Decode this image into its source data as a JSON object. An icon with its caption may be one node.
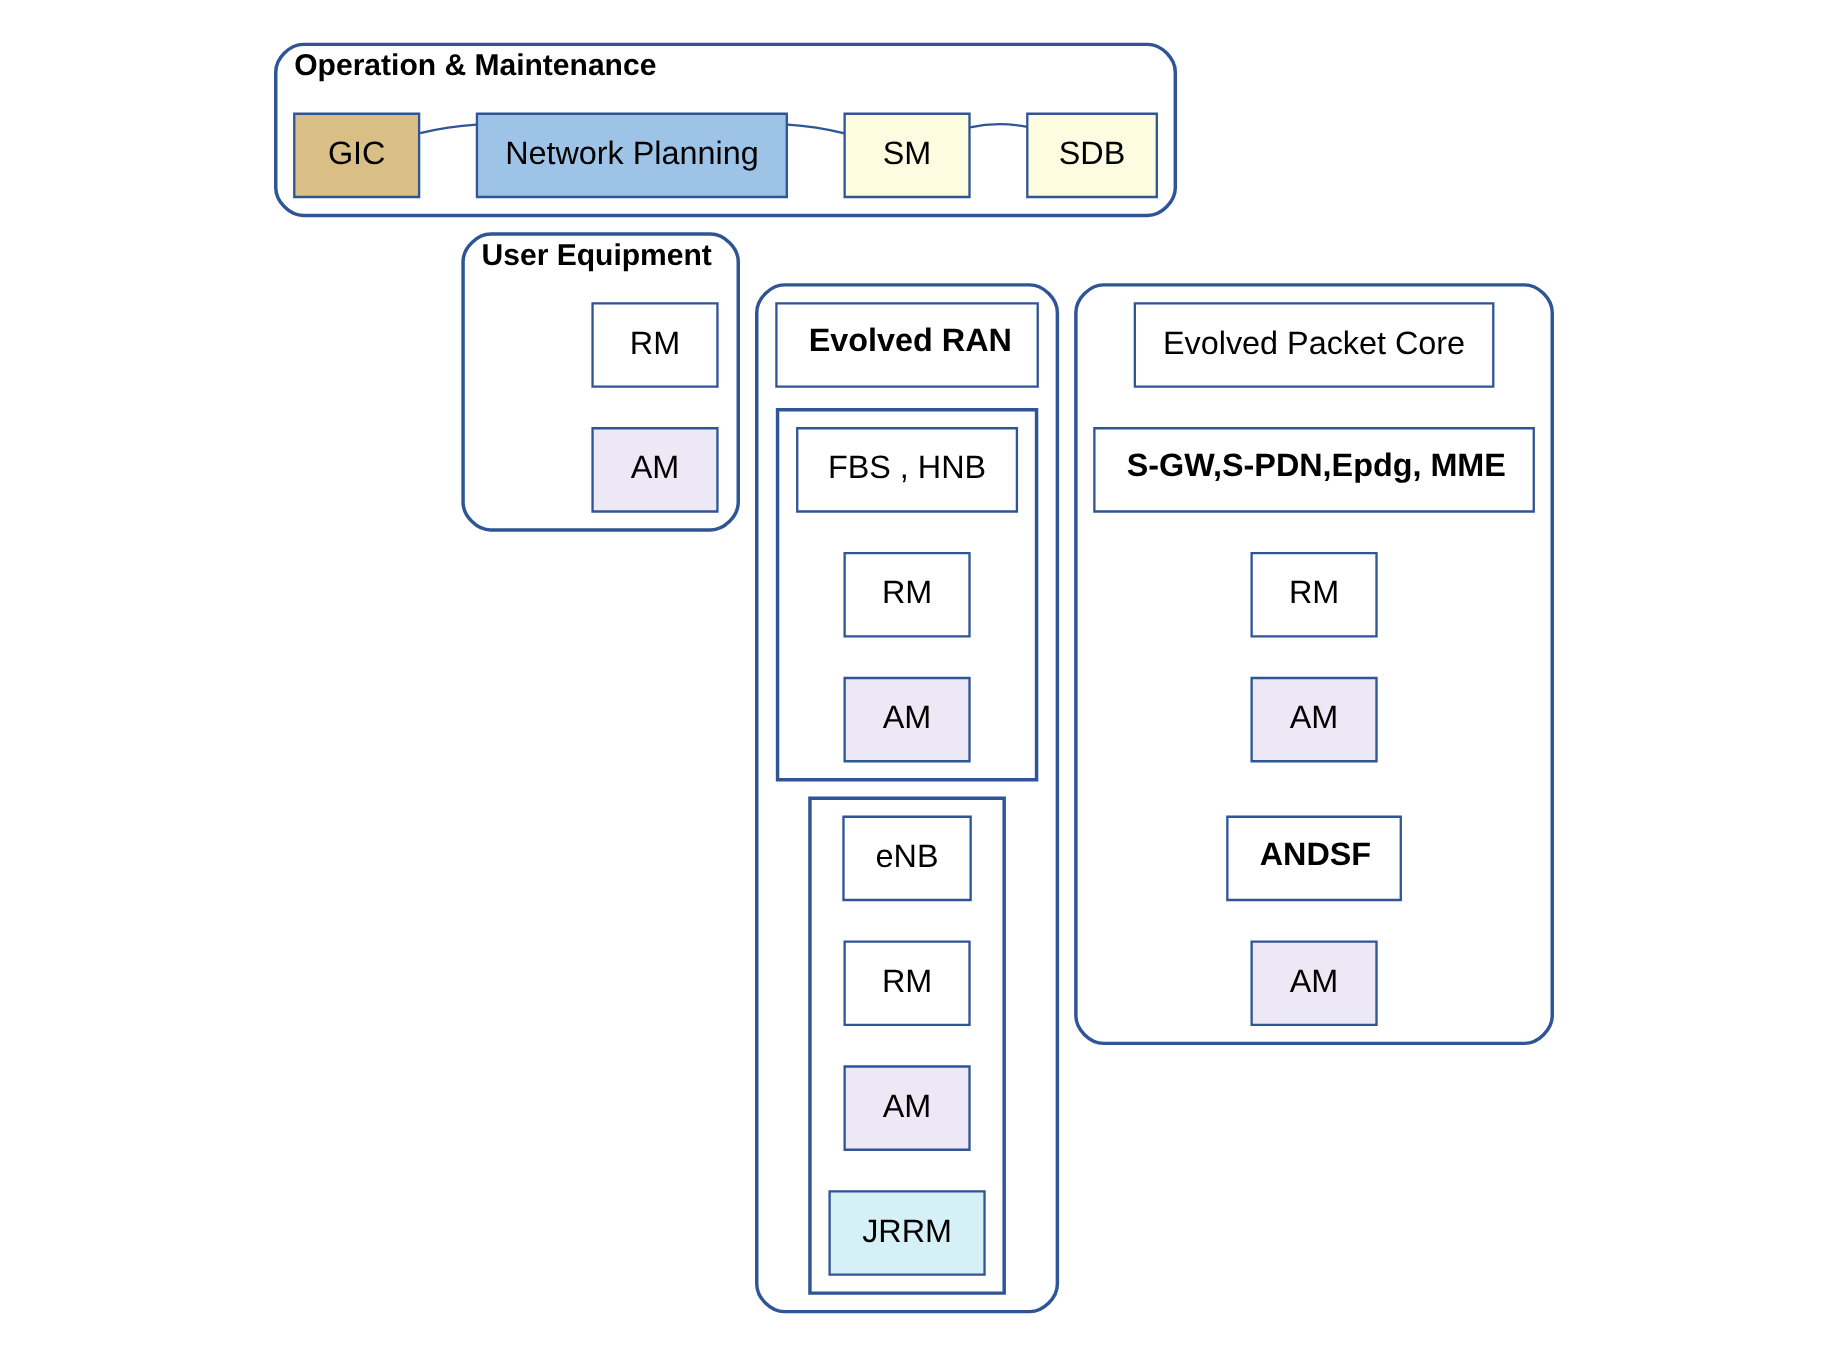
{
  "diagram": {
    "nodes": [
      {
        "text": [
          "Operation & Maintenance"
        ]
      },
      {
        "text": [
          "GIC"
        ],
        "in": 0
      },
      {
        "text": [
          "Network Planning"
        ],
        "in": 0
      },
      {
        "text": [
          "SM"
        ],
        "in": 0
      },
      {
        "text": [
          "SDB"
        ],
        "in": 0
      },
      {
        "text": [
          "User Equipment"
        ]
      },
      {
        "text": [
          "RM"
        ],
        "in": 5
      },
      {
        "text": [
          "AM"
        ],
        "in": 5
      },
      {
        "text": [],
        "shape": "box"
      },
      {
        "text": [
          "Evolved RAN"
        ],
        "in": 8
      },
      {
        "text": [],
        "shape": "box",
        "in": 8
      },
      {
        "text": [
          "FBS , HNB"
        ],
        "in": 10
      },
      {
        "text": [
          "RM"
        ],
        "in": 10
      },
      {
        "text": [
          "AM"
        ],
        "in": 10
      },
      {
        "text": [],
        "shape": "box",
        "in": 8
      },
      {
        "text": [
          "eNB"
        ],
        "in": 14
      },
      {
        "text": [
          "RM"
        ],
        "in": 14
      },
      {
        "text": [
          "AM"
        ],
        "in": 14
      },
      {
        "text": [
          "JRRM"
        ],
        "in": 14
      },
      {
        "text": [],
        "shape": "box"
      },
      {
        "text": [
          "Evolved Packet Core"
        ],
        "in": 19
      },
      {
        "text": [
          "S-GW,S-PDN,Epdg, MME"
        ],
        "in": 19
      },
      {
        "text": [
          "RM"
        ],
        "in": 19
      },
      {
        "text": [
          "AM"
        ],
        "in": 19
      },
      {
        "text": [
          "ANDSF"
        ],
        "in": 19
      },
      {
        "text": [
          "AM"
        ],
        "in": 19
      }
    ],
    "edges": [
      {
        "from": 1,
        "to": 2,
        "arrow": "none"
      },
      {
        "from": 2,
        "to": 3,
        "arrow": "none"
      },
      {
        "from": 3,
        "to": 4,
        "arrow": "none"
      }
    ]
  }
}
